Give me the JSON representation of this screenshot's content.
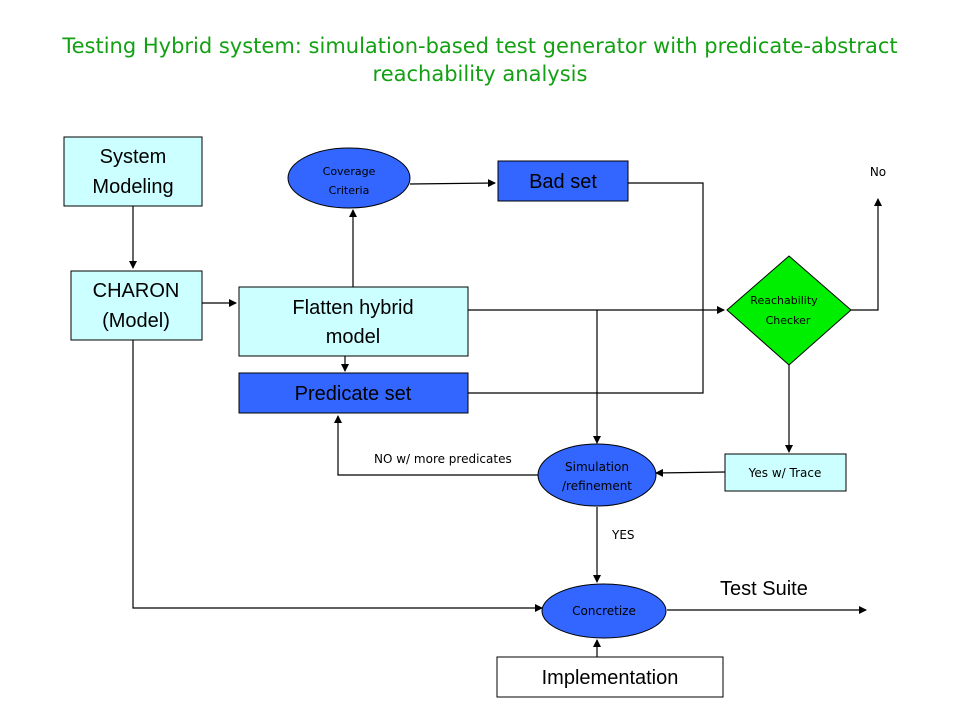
{
  "title": {
    "line1": "Testing Hybrid system: simulation-based test generator with predicate-abstract",
    "line2": "reachability analysis"
  },
  "colors": {
    "title": "#13a113",
    "light_box": "#ccffff",
    "blue_box": "#3366ff",
    "ellipse": "#3366ff",
    "diamond": "#00ee00"
  },
  "nodes": {
    "system_modeling": {
      "line1": "System",
      "line2": "Modeling"
    },
    "charon": {
      "line1": "CHARON",
      "line2": "(Model)"
    },
    "flatten": {
      "line1": "Flatten hybrid",
      "line2": "model"
    },
    "predicate_set": {
      "label": "Predicate set"
    },
    "coverage": {
      "line1": "Coverage",
      "line2": "Criteria"
    },
    "bad_set": {
      "label": "Bad set"
    },
    "reachability": {
      "line1": "Reachability",
      "line2": "Checker"
    },
    "yes_trace": {
      "label": "Yes w/ Trace"
    },
    "simulation": {
      "line1": "Simulation",
      "line2": "/refinement"
    },
    "concretize": {
      "label": "Concretize"
    },
    "implementation": {
      "label": "Implementation"
    }
  },
  "edge_labels": {
    "no": "No",
    "no_more_predicates": "NO w/ more predicates",
    "yes": "YES",
    "test_suite": "Test Suite"
  }
}
